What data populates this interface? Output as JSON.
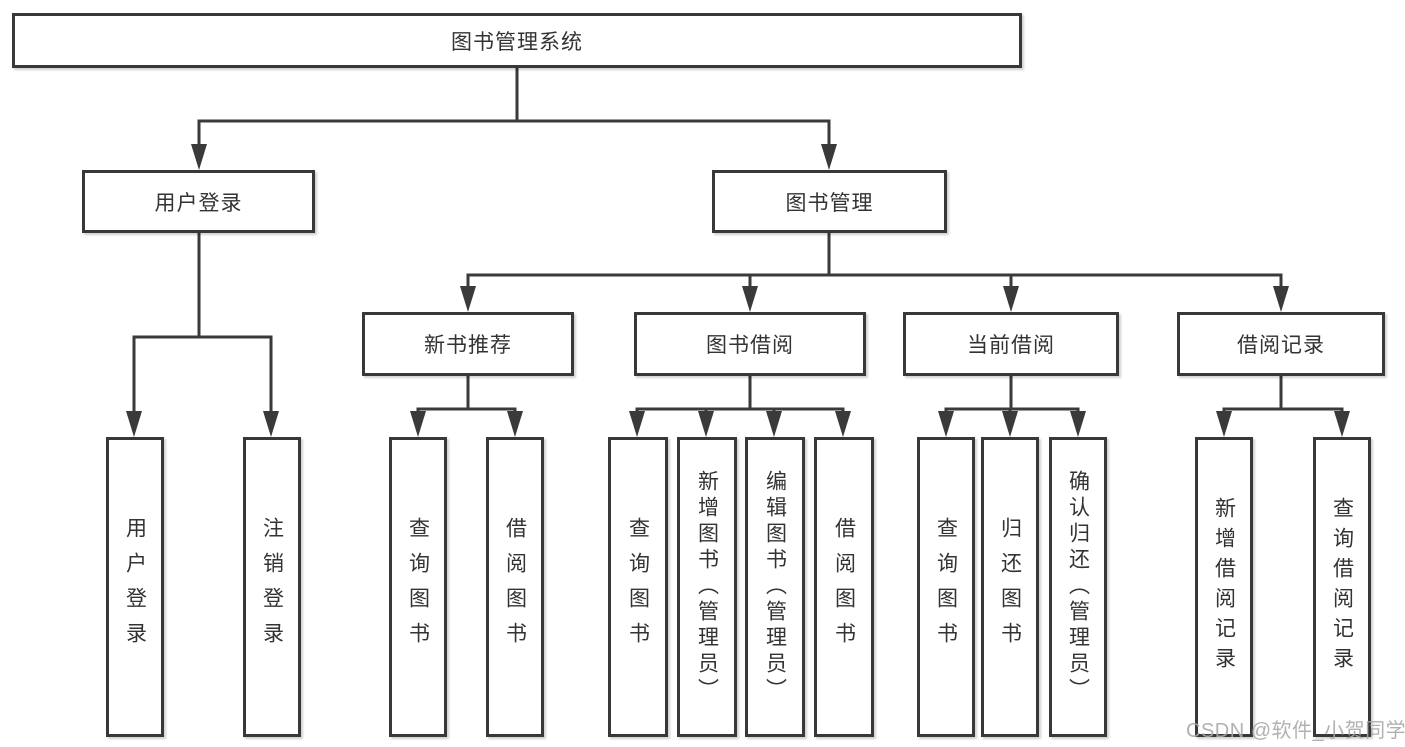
{
  "diagram": {
    "type": "hierarchy-tree",
    "nodes": {
      "root": "图书管理系统",
      "user_login": "用户登录",
      "book_mgmt": "图书管理",
      "new_book_rec": "新书推荐",
      "book_borrow": "图书借阅",
      "current_borrow": "当前借阅",
      "borrow_record": "借阅记录",
      "leaf_user_login": "用户登录",
      "leaf_logout": "注销登录",
      "leaf_nb_query": "查询图书",
      "leaf_nb_borrow": "借阅图书",
      "leaf_bb_query": "查询图书",
      "leaf_bb_add": "新增图书（管理员）",
      "leaf_bb_edit": "编辑图书（管理员）",
      "leaf_bb_borrow": "借阅图书",
      "leaf_cb_query": "查询图书",
      "leaf_cb_return": "归还图书",
      "leaf_cb_confirm": "确认归还（管理员）",
      "leaf_br_add": "新增借阅记录",
      "leaf_br_query": "查询借阅记录"
    },
    "edges": [
      [
        "图书管理系统",
        "用户登录"
      ],
      [
        "图书管理系统",
        "图书管理"
      ],
      [
        "用户登录",
        "用户登录"
      ],
      [
        "用户登录",
        "注销登录"
      ],
      [
        "图书管理",
        "新书推荐"
      ],
      [
        "图书管理",
        "图书借阅"
      ],
      [
        "图书管理",
        "当前借阅"
      ],
      [
        "图书管理",
        "借阅记录"
      ],
      [
        "新书推荐",
        "查询图书"
      ],
      [
        "新书推荐",
        "借阅图书"
      ],
      [
        "图书借阅",
        "查询图书"
      ],
      [
        "图书借阅",
        "新增图书（管理员）"
      ],
      [
        "图书借阅",
        "编辑图书（管理员）"
      ],
      [
        "图书借阅",
        "借阅图书"
      ],
      [
        "当前借阅",
        "查询图书"
      ],
      [
        "当前借阅",
        "归还图书"
      ],
      [
        "当前借阅",
        "确认归还（管理员）"
      ],
      [
        "借阅记录",
        "新增借阅记录"
      ],
      [
        "借阅记录",
        "查询借阅记录"
      ]
    ]
  },
  "watermark": {
    "text": "CSDN @软件_小贺同学"
  },
  "colors": {
    "background": "#ffffff",
    "line": "#3a3a3a",
    "box_border": "#383838",
    "text": "#333333",
    "watermark": "#a8a8a8"
  }
}
